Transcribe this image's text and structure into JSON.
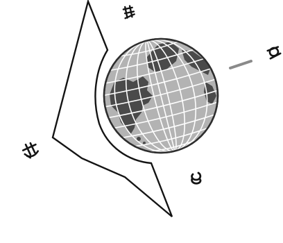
{
  "illustration": {
    "subject": "globe-with-surrounding-glyphs",
    "colors": {
      "background": "#ffffff",
      "ink": "#141414",
      "globe_fill": "#b3b3b3",
      "land_fill": "#4a4a4a",
      "grid": "#fdfdfd"
    },
    "glyph_marks": [
      "north-glyph",
      "east-glyph",
      "south-glyph",
      "west-glyph"
    ]
  }
}
